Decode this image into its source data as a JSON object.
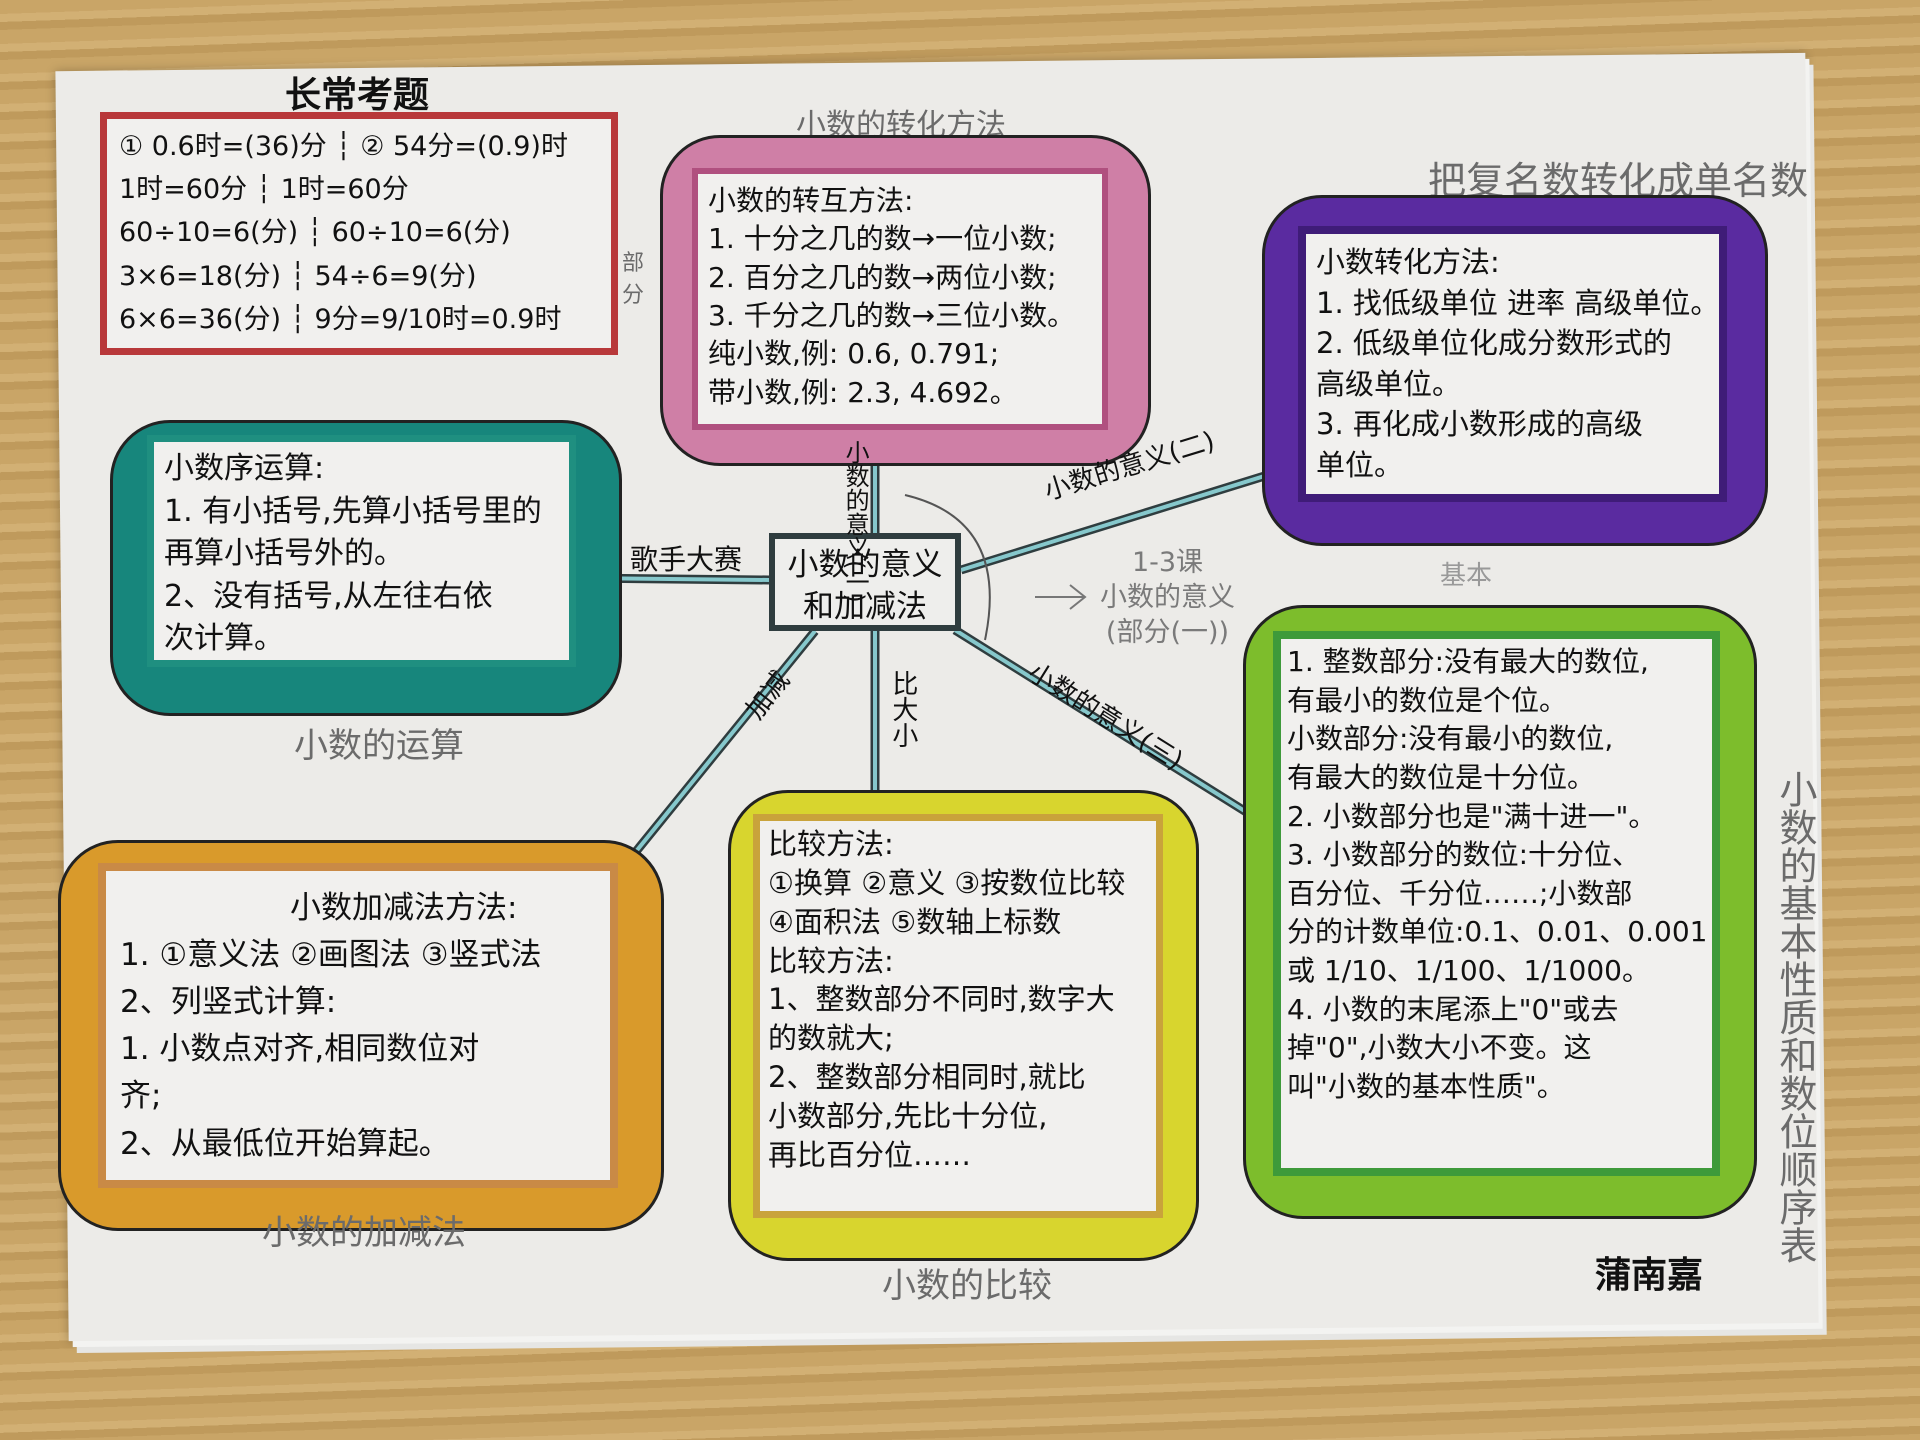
{
  "center_topic": {
    "line1": "小数的意义",
    "line2": "和加减法"
  },
  "exam_box": {
    "title": "长常考题",
    "lines": [
      "① 0.6时=(36)分 ┆ ② 54分=(0.9)时",
      "  1时=60分     ┆  1时=60分",
      "60÷10=6(分)   ┆ 60÷10=6(分)",
      "3×6=18(分)    ┆ 54÷6=9(分)",
      "6×6=36(分)    ┆ 9分=9/10时=0.9时"
    ],
    "color": "#b8383a"
  },
  "pink_box": {
    "caption": "小数的转化方法",
    "side_note": "部分",
    "lines": [
      "小数的转互方法:",
      "1. 十分之几的数→一位小数;",
      "2. 百分之几的数→两位小数;",
      "3. 千分之几的数→三位小数。",
      "纯小数,例: 0.6, 0.791;",
      "带小数,例: 2.3, 4.692。"
    ],
    "color": "#cf7fa6"
  },
  "purple_box": {
    "caption": "把复名数转化成单名数",
    "lines": [
      "小数转化方法:",
      "1. 找低级单位 进率 高级单位。",
      "2. 低级单位化成分数形式的",
      "   高级单位。",
      "3. 再化成小数形成的高级",
      "   单位。"
    ],
    "color": "#5a2ba0"
  },
  "teal_box": {
    "caption": "小数的运算",
    "lines": [
      "小数序运算:",
      "1. 有小括号,先算小括号里的",
      "   再算小括号外的。",
      "2、没有括号,从左往右依",
      "   次计算。"
    ],
    "color": "#17867c"
  },
  "orange_box": {
    "caption": "小数的加减法",
    "lines": [
      "小数加减法方法:",
      "1. ①意义法 ②画图法 ③竖式法",
      "2、列竖式计算:",
      "   1. 小数点对齐,相同数位对",
      "   齐;",
      "   2、从最低位开始算起。"
    ],
    "color": "#d99a2b"
  },
  "yellow_box": {
    "caption": "小数的比较",
    "lines": [
      "比较方法:",
      "①换算 ②意义 ③按数位比较",
      "④面积法 ⑤数轴上标数",
      "比较方法:",
      "1、整数部分不同时,数字大",
      "   的数就大;",
      "2、整数部分相同时,就比",
      "   小数部分,先比十分位,",
      "   再比百分位……"
    ],
    "color": "#d8d52e"
  },
  "green_box": {
    "caption": "小数的基本性质和数位顺序表",
    "faint_note": "基本",
    "lines": [
      "1. 整数部分:没有最大的数位,",
      "   有最小的数位是个位。",
      "   小数部分:没有最小的数位,",
      "   有最大的数位是十分位。",
      "2. 小数部分也是\"满十进一\"。",
      "3. 小数部分的数位:十分位、",
      "   百分位、千分位……;小数部",
      "   分的计数单位:0.1、0.01、0.001",
      "   或 1/10、1/100、1/1000。",
      "4. 小数的末尾添上\"0\"或去",
      "   掉\"0\",小数大小不变。这",
      "   叫\"小数的基本性质\"。"
    ],
    "color": "#7dbd2c"
  },
  "branches": {
    "up": "小数的意义(一)",
    "left": "歌手大赛",
    "up_right": "小数的意义(二)",
    "down_right": "小数的意义(三)",
    "down": "比大小",
    "down_left": "加减"
  },
  "lesson_note": {
    "line1": "1-3课",
    "line2": "小数的意义",
    "line3": "(部分(一))"
  },
  "signature": "蒲南嘉",
  "line_color": "#3f9aa3"
}
